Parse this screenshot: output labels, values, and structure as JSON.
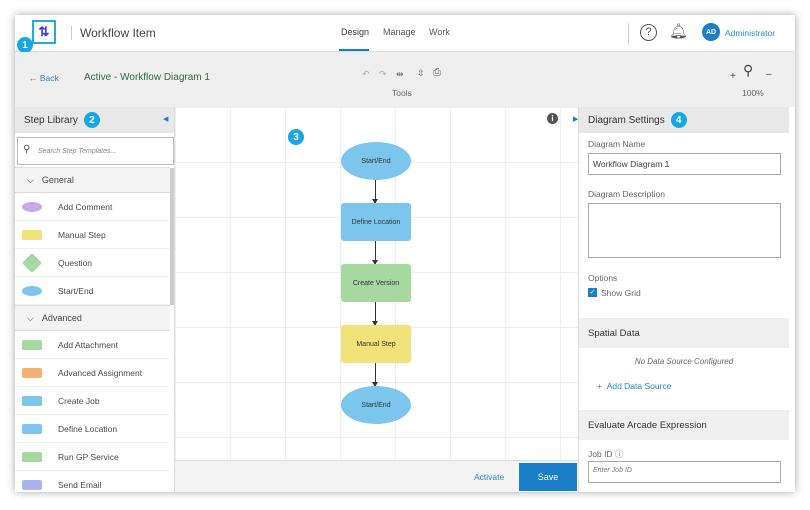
{
  "header": {
    "app_title": "Workflow Item",
    "tabs": [
      {
        "label": "Design",
        "active": true
      },
      {
        "label": "Manage"
      },
      {
        "label": "Work"
      }
    ],
    "user_initials": "AD",
    "user_name": "Administrator"
  },
  "badges": [
    "1",
    "2",
    "3",
    "4"
  ],
  "toolbar": {
    "back_label": "Back",
    "diagram_status": "Active - Workflow Diagram 1",
    "tools_label": "Tools",
    "zoom_level": "100%",
    "zoom_in": "+",
    "zoom_out": "–"
  },
  "step_library": {
    "title": "Step Library",
    "search_placeholder": "Search Step Templates...",
    "groups": [
      {
        "label": "General",
        "items": [
          {
            "label": "Add Comment",
            "color": "#c8a8ec"
          },
          {
            "label": "Manual Step",
            "color": "#f2e27a"
          },
          {
            "label": "Question",
            "color": "#a6d9a0"
          },
          {
            "label": "Start/End",
            "color": "#7cc5ec"
          }
        ]
      },
      {
        "label": "Advanced",
        "items": [
          {
            "label": "Add Attachment",
            "color": "#a6d9a0"
          },
          {
            "label": "Advanced Assignment",
            "color": "#f0b26e"
          },
          {
            "label": "Create Job",
            "color": "#7cc5ec"
          },
          {
            "label": "Define Location",
            "color": "#7cc5ec"
          },
          {
            "label": "Run GP Service",
            "color": "#a6d9a0"
          },
          {
            "label": "Send Email",
            "color": "#aab4f0"
          }
        ]
      }
    ]
  },
  "diagram": {
    "nodes": [
      {
        "label": "Start/End",
        "shape": "ellipse",
        "color": "#7cc5ec"
      },
      {
        "label": "Define Location",
        "shape": "rect",
        "color": "#7cc5ec"
      },
      {
        "label": "Create Version",
        "shape": "rect",
        "color": "#a6d9a0"
      },
      {
        "label": "Manual Step",
        "shape": "rect",
        "color": "#f2e27a"
      },
      {
        "label": "Start/End",
        "shape": "ellipse",
        "color": "#7cc5ec"
      }
    ]
  },
  "footer": {
    "activate_label": "Activate",
    "save_label": "Save"
  },
  "settings": {
    "title": "Diagram Settings",
    "name_label": "Diagram Name",
    "name_value": "Workflow Diagram 1",
    "description_label": "Diagram Description",
    "description_value": "",
    "options_label": "Options",
    "show_grid_label": "Show Grid",
    "show_grid": true,
    "spatial_title": "Spatial Data",
    "no_source": "No Data Source Configured",
    "add_source": "Add Data Source",
    "arcade_title": "Evaluate Arcade Expression",
    "job_id_label": "Job ID",
    "job_id_placeholder": "Enter Job ID"
  },
  "colors": {
    "accent": "#1a7fc8",
    "badge": "#17a8e3"
  }
}
